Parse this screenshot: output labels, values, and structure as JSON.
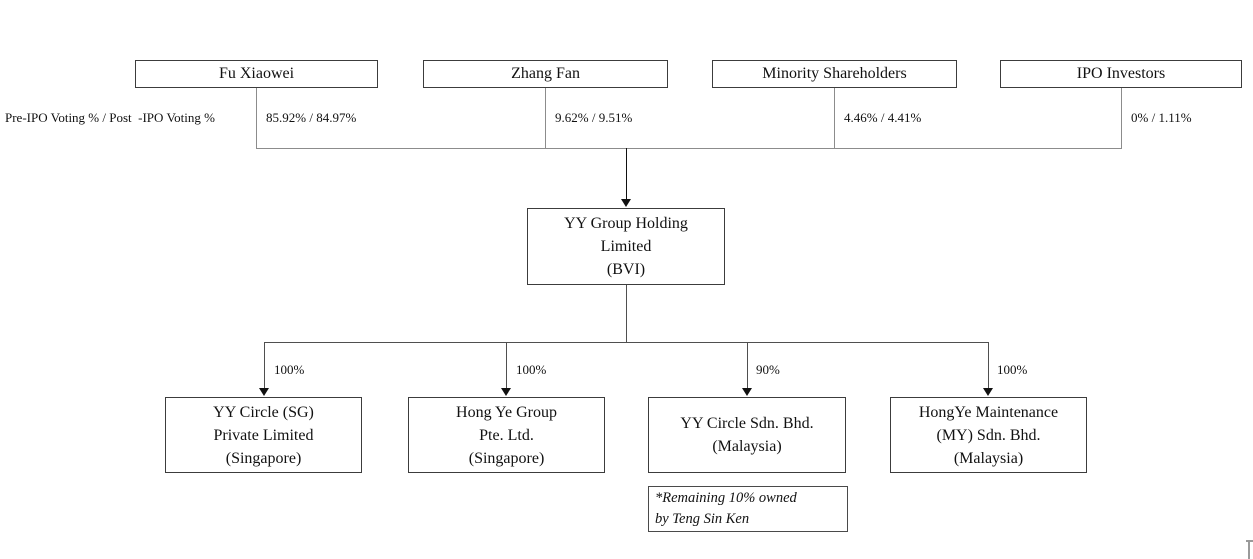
{
  "diagram": {
    "title_semantic": "Corporate shareholding structure chart",
    "row_label": "Pre-IPO Voting % / Post  -IPO Voting %",
    "shareholders": [
      {
        "name": "Fu Xiaowei",
        "voting": "85.92% / 84.97%"
      },
      {
        "name": "Zhang Fan",
        "voting": "9.62% / 9.51%"
      },
      {
        "name": "Minority Shareholders",
        "voting": "4.46% / 4.41%"
      },
      {
        "name": "IPO Investors",
        "voting": "0% / 1.11%"
      }
    ],
    "holding_company": {
      "lines": [
        "YY Group Holding",
        "Limited",
        "(BVI)"
      ]
    },
    "subsidiaries": [
      {
        "ownership": "100%",
        "lines": [
          "YY Circle (SG)",
          "Private Limited",
          "(Singapore)"
        ]
      },
      {
        "ownership": "100%",
        "lines": [
          "Hong Ye Group",
          "Pte. Ltd.",
          "(Singapore)"
        ]
      },
      {
        "ownership": "90%",
        "lines": [
          "YY Circle Sdn. Bhd.",
          "(Malaysia)"
        ]
      },
      {
        "ownership": "100%",
        "lines": [
          "HongYe Maintenance",
          "(MY) Sdn. Bhd.",
          "(Malaysia)"
        ]
      }
    ],
    "footnote": {
      "lines": [
        "*Remaining 10% owned",
        "by Teng Sin Ken"
      ]
    },
    "colors": {
      "background": "#ffffff",
      "box_border": "#3c3c3c",
      "connector_top": "#8c8c8c",
      "connector_bottom": "#4f4f4f",
      "arrow": "#111111",
      "text": "#111111"
    }
  }
}
